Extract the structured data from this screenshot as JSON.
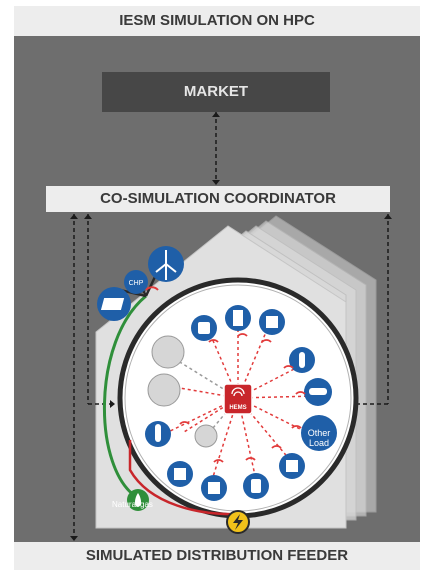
{
  "header": {
    "title": "IESM SIMULATION ON HPC"
  },
  "market": {
    "label": "MARKET"
  },
  "coordinator": {
    "label": "CO-SIMULATION COORDINATOR"
  },
  "feeder": {
    "label": "SIMULATED DISTRIBUTION FEEDER"
  },
  "house": {
    "hub_label": "HEMS",
    "other_load_label": "Other Load",
    "natural_gas_label": "Natural gas",
    "chp_label": "CHP"
  },
  "colors": {
    "background": "#6e6e6e",
    "bar": "#ededed",
    "market": "#474747",
    "device_blue": "#1f5fa8",
    "hub_red": "#c8262b",
    "link_red": "#e23b3b",
    "gas_green": "#2f8f3a",
    "power_yellow": "#f2c21a"
  }
}
